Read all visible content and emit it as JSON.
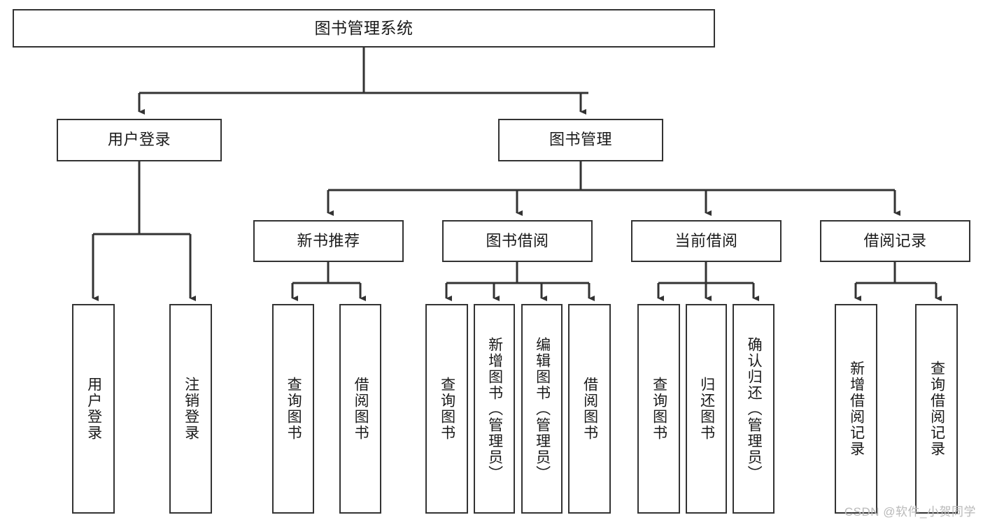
{
  "diagram": {
    "type": "tree",
    "title": "图书管理系统",
    "watermark": "CSDN @软件_小贺同学",
    "colors": {
      "stroke": "#333333",
      "fill": "#ffffff",
      "text": "#1a1a1a",
      "watermark": "#b9b9b9"
    },
    "levels": {
      "root": {
        "label": "图书管理系统"
      },
      "level2": [
        {
          "label": "用户登录"
        },
        {
          "label": "图书管理"
        }
      ],
      "level3": [
        {
          "label": "新书推荐"
        },
        {
          "label": "图书借阅"
        },
        {
          "label": "当前借阅"
        },
        {
          "label": "借阅记录"
        }
      ],
      "leaves": [
        {
          "label": "用户登录",
          "parent": "用户登录"
        },
        {
          "label": "注销登录",
          "parent": "用户登录"
        },
        {
          "label": "查询图书",
          "parent": "新书推荐"
        },
        {
          "label": "借阅图书",
          "parent": "新书推荐"
        },
        {
          "label": "查询图书",
          "parent": "图书借阅"
        },
        {
          "label": "新增图书（管理员）",
          "parent": "图书借阅"
        },
        {
          "label": "编辑图书（管理员）",
          "parent": "图书借阅"
        },
        {
          "label": "借阅图书",
          "parent": "图书借阅"
        },
        {
          "label": "查询图书",
          "parent": "当前借阅"
        },
        {
          "label": "归还图书",
          "parent": "当前借阅"
        },
        {
          "label": "确认归还（管理员）",
          "parent": "当前借阅"
        },
        {
          "label": "新增借阅记录",
          "parent": "借阅记录"
        },
        {
          "label": "查询借阅记录",
          "parent": "借阅记录"
        }
      ]
    }
  }
}
